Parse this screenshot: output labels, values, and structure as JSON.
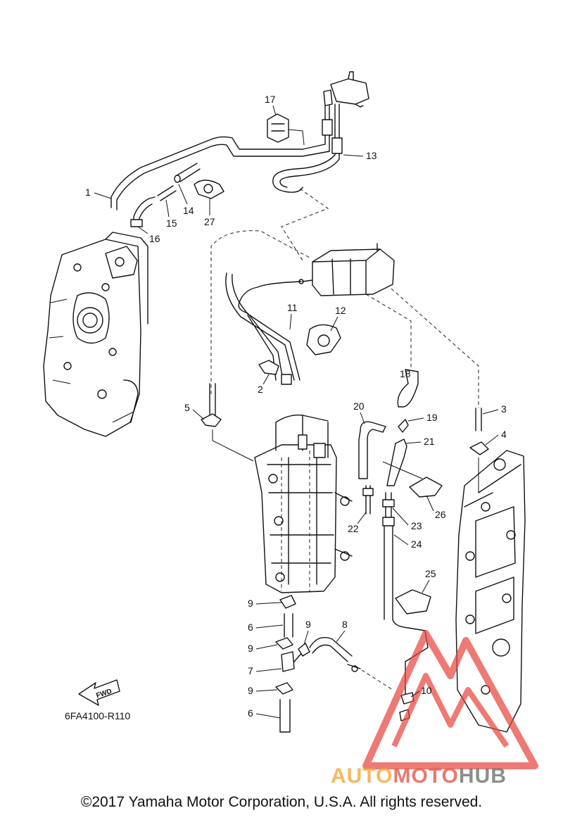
{
  "callouts": [
    "1",
    "2",
    "3",
    "4",
    "5",
    "6",
    "6",
    "7",
    "8",
    "9",
    "9",
    "9",
    "9",
    "10",
    "11",
    "12",
    "13",
    "14",
    "15",
    "16",
    "17",
    "18",
    "19",
    "20",
    "21",
    "22",
    "23",
    "24",
    "25",
    "26",
    "27"
  ],
  "fwd_label": "FWD",
  "diagram_code": "6FA4100-R110",
  "copyright": "©2017 Yamaha Motor Corporation, U.S.A. All rights reserved.",
  "watermark": {
    "auto": "AUTO",
    "moto": "MOTO",
    "hub": "HUB",
    "colors": {
      "auto": "#f3a63b",
      "moto": "#e05a4c",
      "hub": "#6f7270",
      "triangle": "#e8423c"
    }
  }
}
